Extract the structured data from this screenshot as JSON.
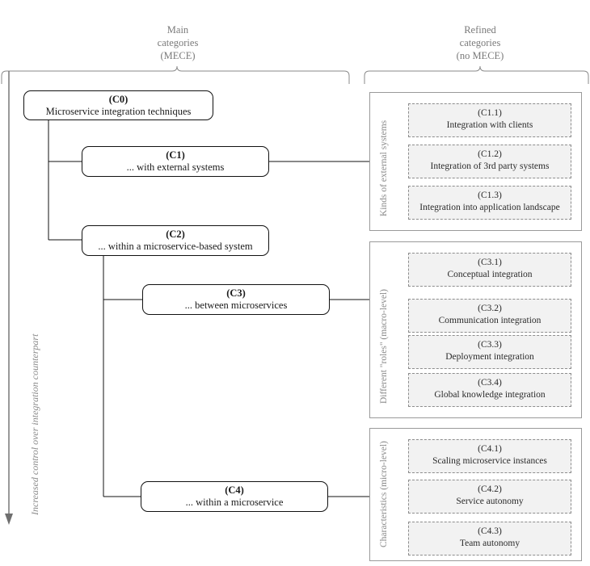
{
  "headers": {
    "left": {
      "line1": "Main",
      "line2": "categories",
      "line3": "(MECE)"
    },
    "right": {
      "line1": "Refined",
      "line2": "categories",
      "line3": "(no MECE)"
    }
  },
  "axis": {
    "label": "Increased control over  integration counterpart"
  },
  "main_categories": [
    {
      "code": "(C0)",
      "desc": "Microservice integration techniques"
    },
    {
      "code": "(C1)",
      "desc": "... with external systems"
    },
    {
      "code": "(C2)",
      "desc": "... within a microservice-based system"
    },
    {
      "code": "(C3)",
      "desc": "... between microservices"
    },
    {
      "code": "(C4)",
      "desc": "... within a microservice"
    }
  ],
  "groups": [
    {
      "label": "Kinds of external systems",
      "items": [
        {
          "code": "(C1.1)",
          "desc": "Integration with clients"
        },
        {
          "code": "(C1.2)",
          "desc": "Integration of 3rd party systems"
        },
        {
          "code": "(C1.3)",
          "desc": "Integration into application landscape"
        }
      ]
    },
    {
      "label": "Different \"roles\" (macro-level)",
      "items": [
        {
          "code": "(C3.1)",
          "desc": "Conceptual integration"
        },
        {
          "code": "(C3.2)",
          "desc": "Communication integration"
        },
        {
          "code": "(C3.3)",
          "desc": "Deployment integration"
        },
        {
          "code": "(C3.4)",
          "desc": "Global knowledge integration"
        }
      ]
    },
    {
      "label": "Characteristics (micro-level)",
      "items": [
        {
          "code": "(C4.1)",
          "desc": "Scaling microservice instances"
        },
        {
          "code": "(C4.2)",
          "desc": "Service autonomy"
        },
        {
          "code": "(C4.3)",
          "desc": "Team autonomy"
        }
      ]
    }
  ],
  "colors": {
    "box_border": "#111111",
    "group_border": "#9a9a9a",
    "item_border": "#8d8d8d",
    "item_fill": "#f2f2f2",
    "muted_text": "#8a8a8a",
    "connector": "#111111",
    "brace": "#8a8a8a"
  }
}
